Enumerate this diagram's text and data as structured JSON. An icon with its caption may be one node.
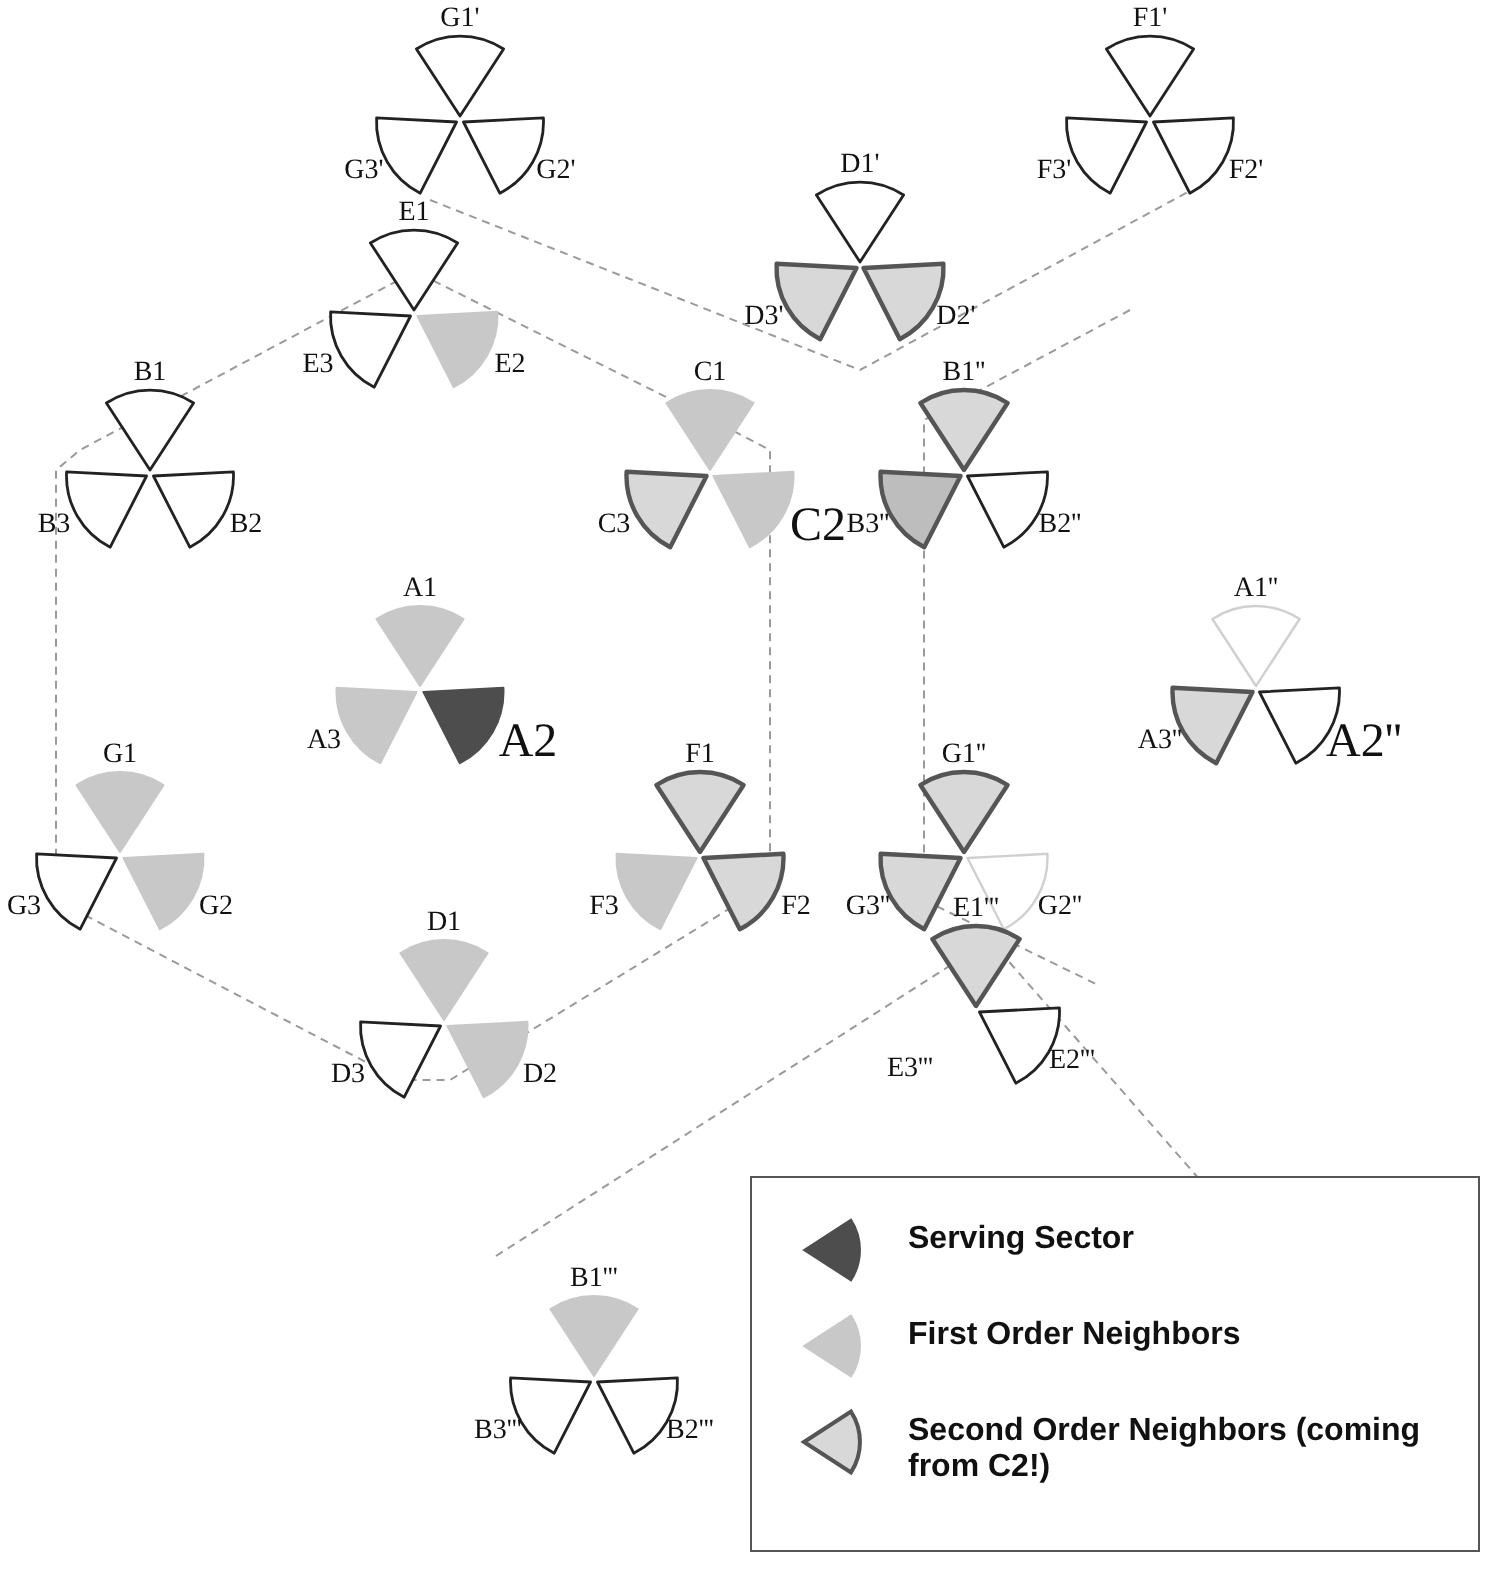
{
  "diagram": {
    "nodes": [
      {
        "text": [
          "G1'"
        ]
      },
      {
        "text": [
          "G3'"
        ]
      },
      {
        "text": [
          "G2'"
        ]
      },
      {
        "text": [
          "F1'"
        ]
      },
      {
        "text": [
          "F3'"
        ]
      },
      {
        "text": [
          "F2'"
        ]
      },
      {
        "text": [
          "D1'"
        ]
      },
      {
        "text": [
          "D3'"
        ]
      },
      {
        "text": [
          "D2'"
        ]
      },
      {
        "text": [
          "E1"
        ]
      },
      {
        "text": [
          "E3"
        ]
      },
      {
        "text": [
          "E2"
        ]
      },
      {
        "text": [
          "B1"
        ]
      },
      {
        "text": [
          "B3"
        ]
      },
      {
        "text": [
          "B2"
        ]
      },
      {
        "text": [
          "C1"
        ]
      },
      {
        "text": [
          "C3"
        ]
      },
      {
        "text": [
          "C2"
        ]
      },
      {
        "text": [
          "B1''"
        ]
      },
      {
        "text": [
          "B3''"
        ]
      },
      {
        "text": [
          "B2''"
        ]
      },
      {
        "text": [
          "A1"
        ]
      },
      {
        "text": [
          "A3"
        ]
      },
      {
        "text": [
          "A2"
        ]
      },
      {
        "text": [
          "A1''"
        ]
      },
      {
        "text": [
          "A3''"
        ]
      },
      {
        "text": [
          "A2''"
        ]
      },
      {
        "text": [
          "G1"
        ]
      },
      {
        "text": [
          "G3"
        ]
      },
      {
        "text": [
          "G2"
        ]
      },
      {
        "text": [
          "F1"
        ]
      },
      {
        "text": [
          "F3"
        ]
      },
      {
        "text": [
          "F2"
        ]
      },
      {
        "text": [
          "G1''"
        ]
      },
      {
        "text": [
          "G3''"
        ]
      },
      {
        "text": [
          "G2''"
        ]
      },
      {
        "text": [
          "D1"
        ]
      },
      {
        "text": [
          "D3"
        ]
      },
      {
        "text": [
          "D2"
        ]
      },
      {
        "text": [
          "E1'''"
        ]
      },
      {
        "text": [
          "E2'''"
        ]
      },
      {
        "text": [
          "B1'''"
        ]
      },
      {
        "text": [
          "B3'''"
        ]
      },
      {
        "text": [
          "B2'''"
        ]
      }
    ],
    "labels": [
      "E3'''"
    ],
    "legend": [
      {
        "text": "Serving Sector",
        "color": "#4d4d4d"
      },
      {
        "text": "First Order Neighbors",
        "color": "#c8c8c8"
      },
      {
        "text": "Second Order Neighbors (coming from C2!)"
      }
    ]
  }
}
